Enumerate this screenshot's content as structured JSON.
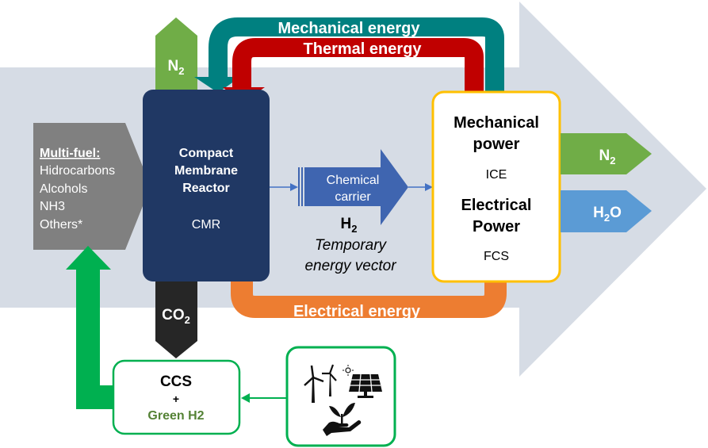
{
  "colors": {
    "background_arrow": "#d6dce5",
    "reactor": "#203864",
    "nitrogen": "#70ad47",
    "mechanical_energy": "#008080",
    "thermal_energy": "#c00000",
    "electrical_energy": "#ed7d31",
    "fuel": "#808080",
    "co2": "#262626",
    "chemical_carrier": "#3f65b0",
    "water": "#5b9bd5",
    "power_border": "#ffc000",
    "green": "#00b050",
    "green_text": "#548235"
  },
  "fuel": {
    "heading": "Multi-fuel:",
    "items": [
      "Hidrocarbons",
      "Alcohols",
      "NH3",
      "Others*"
    ]
  },
  "reactor": {
    "lines": [
      "Compact",
      "Membrane",
      "Reactor"
    ],
    "abbr": "CMR"
  },
  "n2_top": {
    "base": "N",
    "sub": "2"
  },
  "co2": {
    "base": "CO",
    "sub": "2"
  },
  "energy_flows": {
    "mechanical": "Mechanical energy",
    "thermal": "Thermal energy",
    "electrical": "Electrical energy"
  },
  "carrier": {
    "lines": [
      "Chemical",
      "carrier"
    ],
    "h2_base": "H",
    "h2_sub": "2",
    "caption": [
      "Temporary",
      "energy vector"
    ]
  },
  "power": {
    "mechanical": [
      "Mechanical",
      "power"
    ],
    "mechanical_abbr": "ICE",
    "electrical": [
      "Electrical",
      "Power"
    ],
    "electrical_abbr": "FCS"
  },
  "outputs": {
    "n2": {
      "base": "N",
      "sub": "2"
    },
    "h2o": {
      "base": "H",
      "sub": "2",
      "tail": "O"
    }
  },
  "ccs": {
    "title": "CCS",
    "plus": "+",
    "green": "Green H2"
  },
  "renewables": {
    "icons": [
      "wind-turbine-icon",
      "solar-panel-icon",
      "plant-in-hand-icon"
    ]
  }
}
